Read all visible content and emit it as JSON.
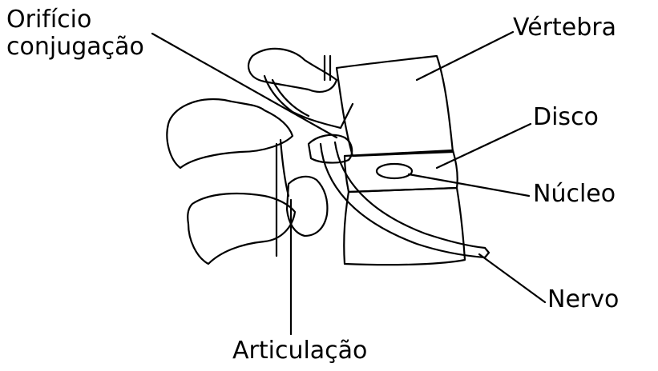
{
  "labels": {
    "orificio_line1": "Orifício",
    "orificio_line2": "conjugação",
    "vertebra": "Vértebra",
    "disco": "Disco",
    "nucleo": "Núcleo",
    "nervo": "Nervo",
    "articulacao": "Articulação"
  },
  "colors": {
    "ink": "#000000",
    "background": "#ffffff"
  }
}
